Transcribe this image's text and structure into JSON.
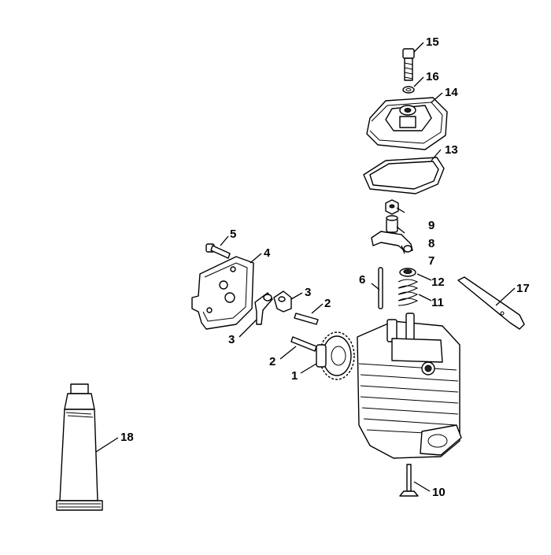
{
  "callouts": [
    {
      "id": "c15",
      "text": "15"
    },
    {
      "id": "c16",
      "text": "16"
    },
    {
      "id": "c14",
      "text": "14"
    },
    {
      "id": "c13",
      "text": "13"
    },
    {
      "id": "c9",
      "text": "9"
    },
    {
      "id": "c8",
      "text": "8"
    },
    {
      "id": "c7",
      "text": "7"
    },
    {
      "id": "c12",
      "text": "12"
    },
    {
      "id": "c11",
      "text": "11"
    },
    {
      "id": "c6",
      "text": "6"
    },
    {
      "id": "c17",
      "text": "17"
    },
    {
      "id": "c5",
      "text": "5"
    },
    {
      "id": "c4",
      "text": "4"
    },
    {
      "id": "c3a",
      "text": "3"
    },
    {
      "id": "c2a",
      "text": "2"
    },
    {
      "id": "c3b",
      "text": "3"
    },
    {
      "id": "c2b",
      "text": "2"
    },
    {
      "id": "c1",
      "text": "1"
    },
    {
      "id": "c10",
      "text": "10"
    },
    {
      "id": "c18",
      "text": "18"
    }
  ]
}
